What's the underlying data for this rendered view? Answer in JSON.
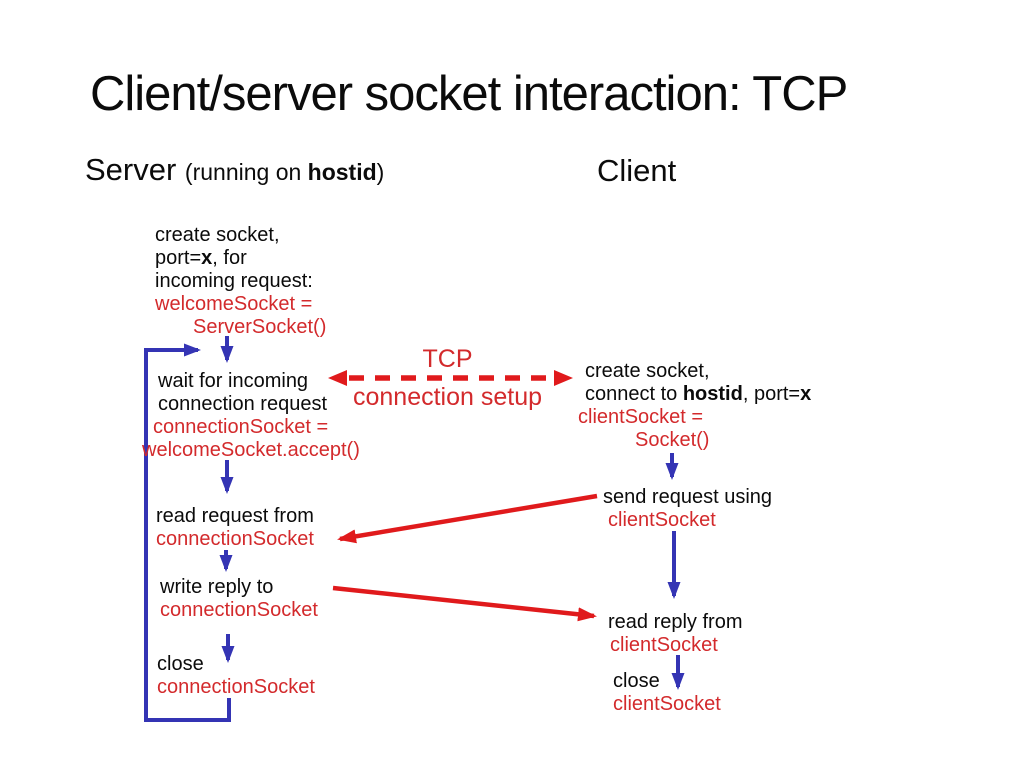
{
  "title": "Client/server socket interaction: TCP",
  "headers": {
    "server": "Server ",
    "server_sub_pre": "(running on ",
    "server_sub_bold": "hostid",
    "server_sub_post": ")",
    "client": "Client"
  },
  "tcp_setup": {
    "line1": "TCP",
    "line2": "connection setup"
  },
  "server": {
    "step1": {
      "l1": "create socket,",
      "l2_pre": "port=",
      "l2_bold": "x",
      "l2_post": ", for",
      "l3": "incoming request:",
      "c1": "welcomeSocket =",
      "c2": "ServerSocket()"
    },
    "step2": {
      "l1": "wait for incoming",
      "l2": "connection request",
      "c1": "connectionSocket =",
      "c2": "welcomeSocket.accept()"
    },
    "step3": {
      "l1": "read request from",
      "c1": "connectionSocket"
    },
    "step4": {
      "l1": "write reply to",
      "c1": "connectionSocket"
    },
    "step5": {
      "l1": "close",
      "c1": "connectionSocket"
    }
  },
  "client": {
    "step1": {
      "l1": "create socket,",
      "l2_pre": "connect to ",
      "l2_bold": "hostid",
      "l2_mid": ", port=",
      "l2_bold2": "x",
      "c1": "clientSocket =",
      "c2": "Socket()"
    },
    "step2": {
      "l1": "send request using",
      "c1": "clientSocket"
    },
    "step3": {
      "l1": "read reply from",
      "c1": "clientSocket"
    },
    "step4": {
      "l1": "close",
      "c1": "clientSocket"
    }
  },
  "colors": {
    "code_red": "#d32a2c",
    "arrow_red": "#e01a1c",
    "flow_blue": "#3434b4",
    "text_black": "#0b0b0b",
    "background": "#ffffff"
  }
}
